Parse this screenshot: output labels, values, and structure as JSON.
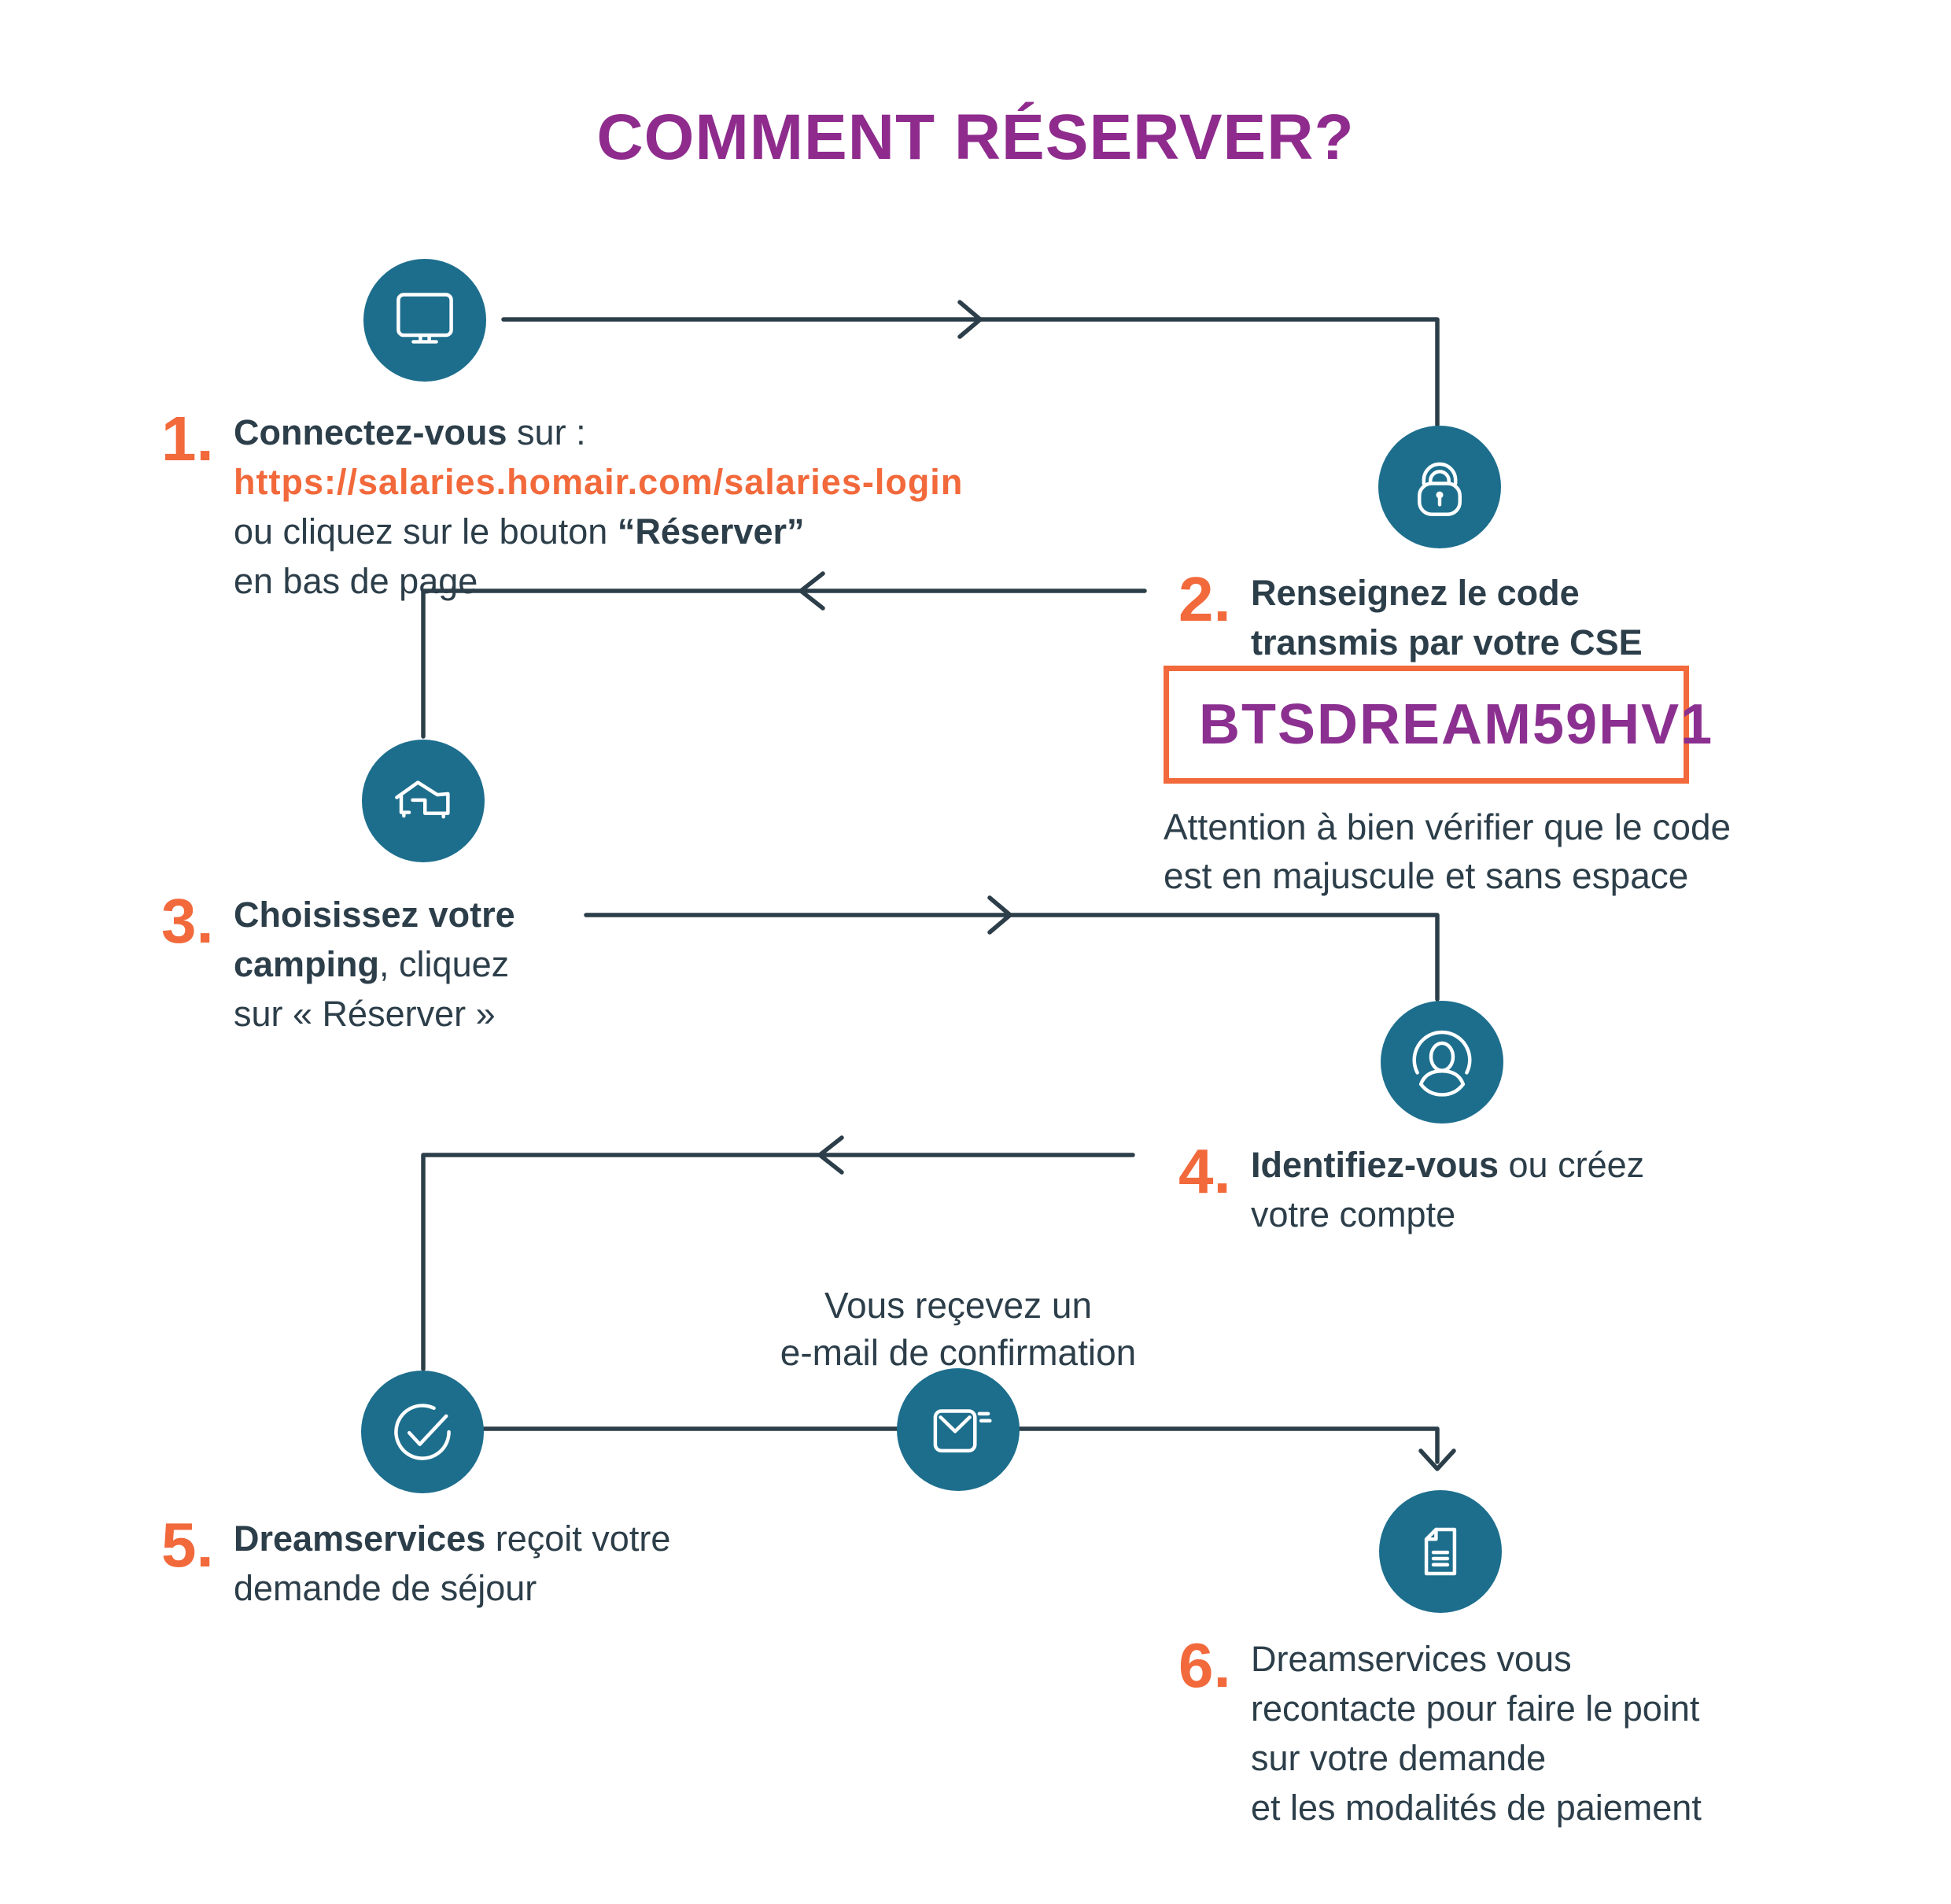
{
  "title": "COMMENT RÉSERVER?",
  "colors": {
    "teal_circle": "#1d6e8d",
    "accent_orange": "#f2693b",
    "title_purple": "#8e2b8d",
    "code_purple": "#8b3090",
    "text_dark": "#2c3e49"
  },
  "steps": [
    {
      "num": "1.",
      "icon": "monitor-icon",
      "lines": [
        [
          {
            "text": "Connectez-vous"
          },
          {
            "text": " sur :"
          }
        ],
        [
          {
            "text": "https://salaries.homair.com/salaries-login"
          }
        ],
        [
          {
            "text": "ou cliquez sur le bouton "
          },
          {
            "text": "“Réserver”"
          }
        ],
        [
          {
            "text": "en bas de page"
          }
        ]
      ]
    },
    {
      "num": "2.",
      "icon": "lock-icon",
      "lines": [
        [
          {
            "text": "Renseignez le code"
          }
        ],
        [
          {
            "text": "transmis par votre CSE"
          }
        ]
      ]
    },
    {
      "num": "3.",
      "icon": "house-icon",
      "lines": [
        [
          {
            "text": "Choisissez votre"
          }
        ],
        [
          {
            "text": "camping"
          },
          {
            "text": ", cliquez"
          }
        ],
        [
          {
            "text": "sur « Réserver »"
          }
        ]
      ]
    },
    {
      "num": "4.",
      "icon": "user-account-icon",
      "lines": [
        [
          {
            "text": "Identifiez-vous"
          },
          {
            "text": " ou créez"
          }
        ],
        [
          {
            "text": "votre compte"
          }
        ]
      ]
    },
    {
      "num": "5.",
      "icon": "check-circle-icon",
      "lines": [
        [
          {
            "text": "Dreamservices"
          },
          {
            "text": " reçoit votre"
          }
        ],
        [
          {
            "text": "demande de séjour"
          }
        ]
      ]
    },
    {
      "num": "6.",
      "icon": "document-icon",
      "lines": [
        [
          {
            "text": "Dreamservices vous"
          }
        ],
        [
          {
            "text": "recontacte pour faire le point"
          }
        ],
        [
          {
            "text": "sur votre demande"
          }
        ],
        [
          {
            "text": "et les modalités de paiement"
          }
        ]
      ]
    }
  ],
  "code_box": {
    "code": "BTSDREAM59HV1"
  },
  "code_note": {
    "line1": "Attention à bien vérifier que le code",
    "line2": "est en majuscule et sans espace"
  },
  "email_note": {
    "line1": "Vous reçevez un",
    "line2": "e-mail de confirmation",
    "icon": "email-icon"
  }
}
